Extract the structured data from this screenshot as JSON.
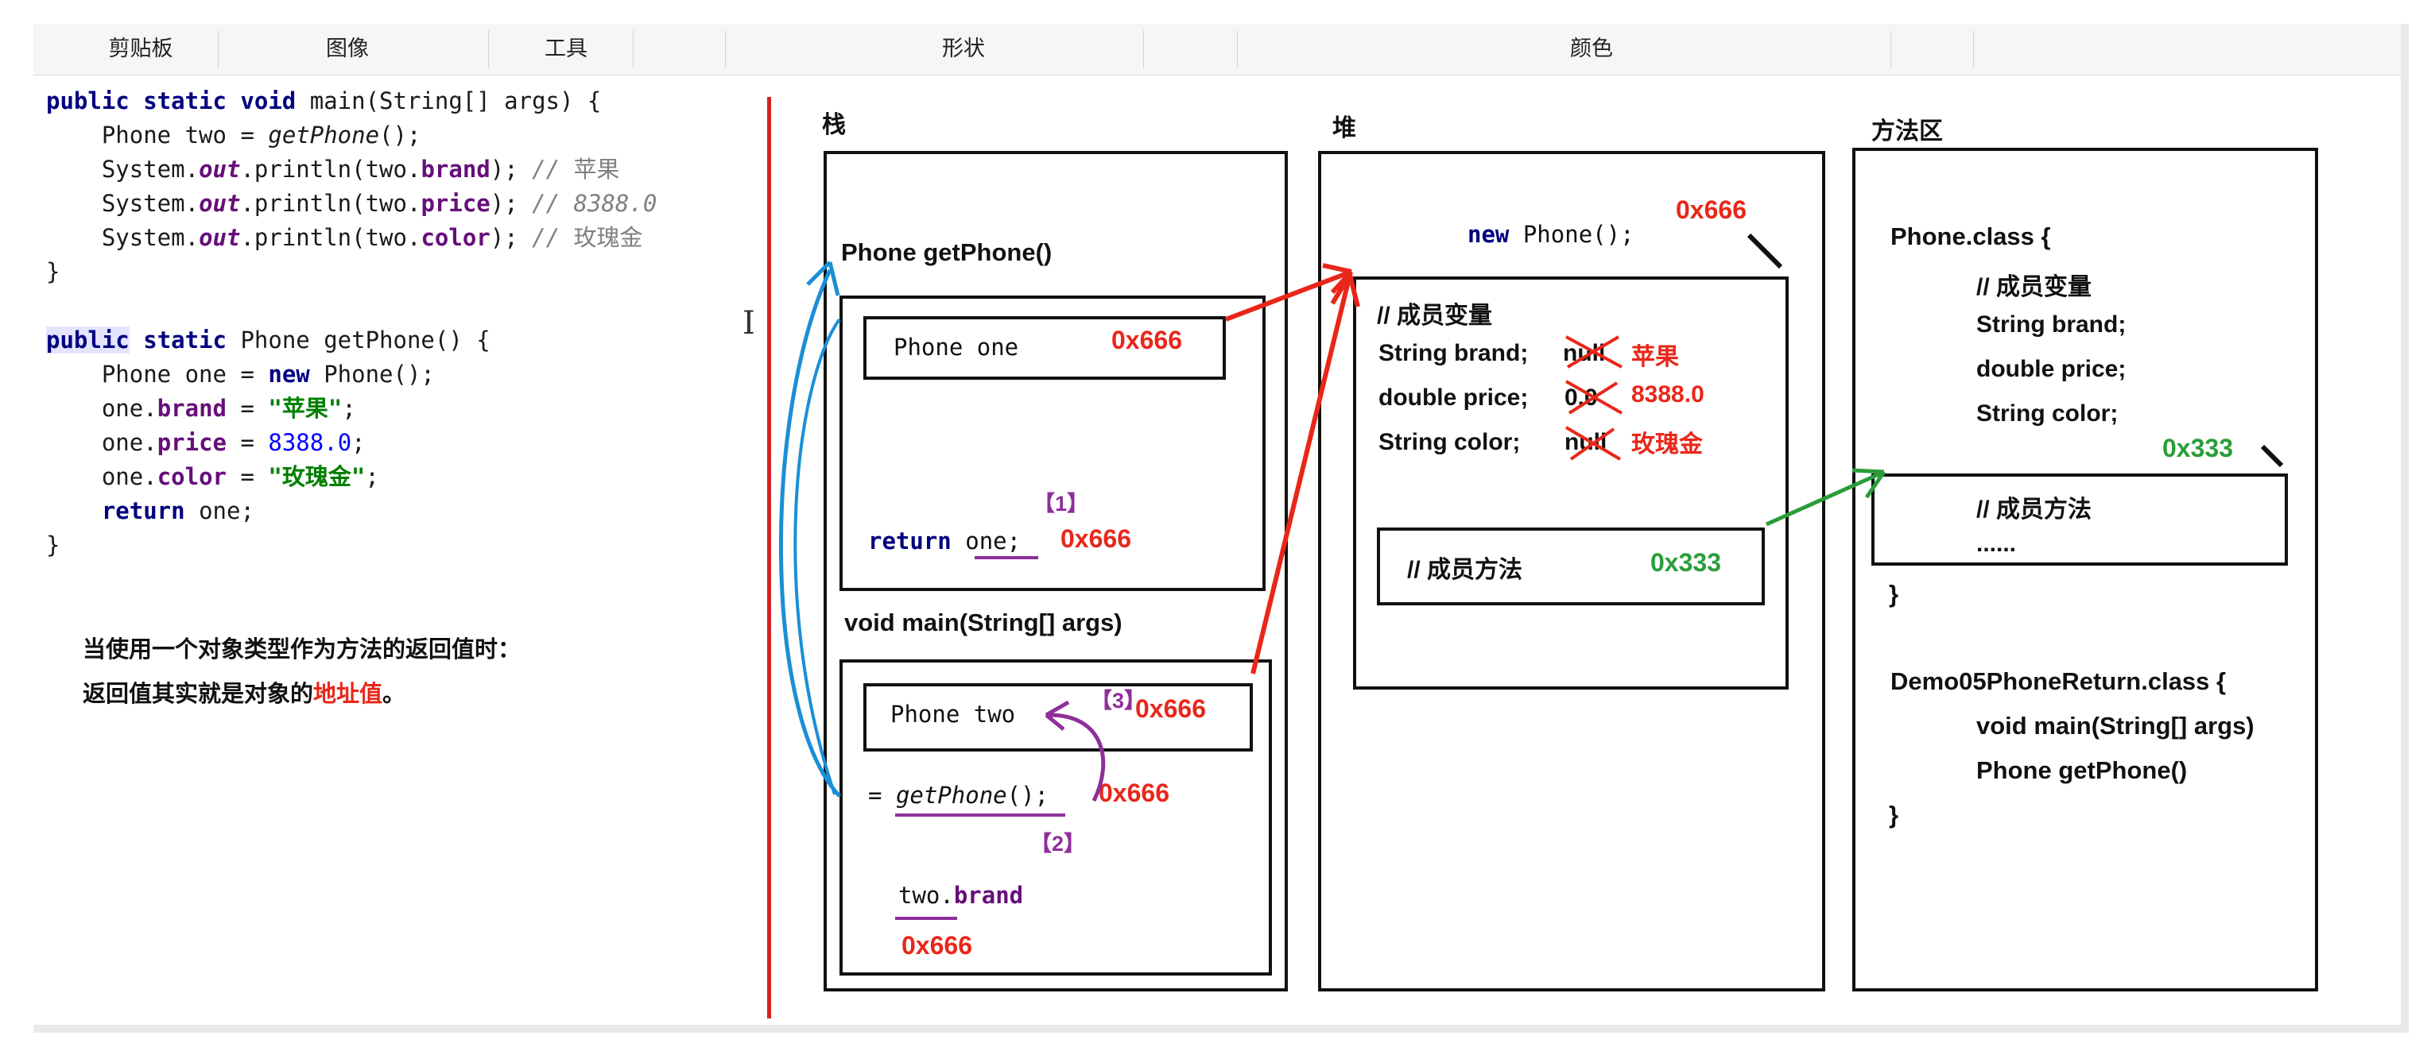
{
  "ribbon": {
    "groups": [
      "剪贴板",
      "图像",
      "工具",
      "形状",
      "颜色"
    ]
  },
  "code": {
    "main_sig": {
      "kw": "public static void",
      "rest": " main(String[] args) {"
    },
    "line2": {
      "pre": "Phone two = ",
      "call": "getPhone",
      "post": "();"
    },
    "line3": {
      "pre": "System.",
      "out": "out",
      "mid": ".println(two.",
      "field": "brand",
      "post": "); ",
      "cmt": "// ",
      "cmt_val": "苹果"
    },
    "line4": {
      "pre": "System.",
      "out": "out",
      "mid": ".println(two.",
      "field": "price",
      "post": "); ",
      "cmt": "// 8388.0"
    },
    "line5": {
      "pre": "System.",
      "out": "out",
      "mid": ".println(two.",
      "field": "color",
      "post": "); ",
      "cmt": "// ",
      "cmt_val": "玫瑰金"
    },
    "close1": "}",
    "getphone_sig": {
      "kw1": "public",
      "kw2": "static",
      "rest": " Phone getPhone() {"
    },
    "line8": {
      "pre": "Phone one = ",
      "kw": "new",
      "post": " Phone();"
    },
    "line9": {
      "pre": "one.",
      "field": "brand",
      "mid": " = ",
      "str": "\"苹果\"",
      "post": ";"
    },
    "line10": {
      "pre": "one.",
      "field": "price",
      "mid": " = ",
      "num": "8388.0",
      "post": ";"
    },
    "line11": {
      "pre": "one.",
      "field": "color",
      "mid": " = ",
      "str": "\"玫瑰金\"",
      "post": ";"
    },
    "line12": {
      "kw": "return",
      "post": " one;"
    },
    "close2": "}"
  },
  "note": {
    "line1": "当使用一个对象类型作为方法的返回值时：",
    "line2_pre": "返回值其实就是对象的",
    "line2_hl": "地址值",
    "line2_post": "。"
  },
  "stack": {
    "title": "栈",
    "getphone_frame": "Phone getPhone()",
    "phone_one": "Phone one",
    "addr_one": "0x666",
    "step1": "【1】",
    "return_kw": "return",
    "return_var": "one;",
    "return_addr": "0x666",
    "main_frame": "void main(String[] args)",
    "phone_two": "Phone two",
    "step3": "【3】",
    "addr_two": "0x666",
    "assign_eq": "=",
    "assign_call": "getPhone",
    "assign_post": "();",
    "assign_addr": "0x666",
    "step2": "【2】",
    "two_brand_pre": "two.",
    "two_brand_field": "brand",
    "two_brand_addr": "0x666"
  },
  "heap": {
    "title": "堆",
    "new_kw": "new",
    "new_rest": " Phone();",
    "addr": "0x666",
    "member_vars": "// 成员变量",
    "brand_decl": "String brand;",
    "brand_old": "null",
    "brand_new": "苹果",
    "price_decl": "double price;",
    "price_old": "0.0",
    "price_new": "8388.0",
    "color_decl": "String color;",
    "color_old": "null",
    "color_new": "玫瑰金",
    "member_methods": "// 成员方法",
    "methods_addr": "0x333"
  },
  "method_area": {
    "title": "方法区",
    "phone_class": "Phone.class {",
    "member_vars": "// 成员变量",
    "brand": "String brand;",
    "price": "double price;",
    "color": "String color;",
    "methods_addr": "0x333",
    "member_methods": "// 成员方法",
    "ellipsis": "......",
    "close1": "}",
    "demo_class": "Demo05PhoneReturn.class {",
    "main_method": "void main(String[] args)",
    "getphone_method": "Phone getPhone()",
    "close2": "}"
  },
  "colors": {
    "arrow_red": "#e8271a",
    "arrow_blue": "#1a8fd6",
    "arrow_green": "#2a9d3a",
    "annot_purple": "#8e2f9a",
    "divider_red": "#d42020"
  }
}
